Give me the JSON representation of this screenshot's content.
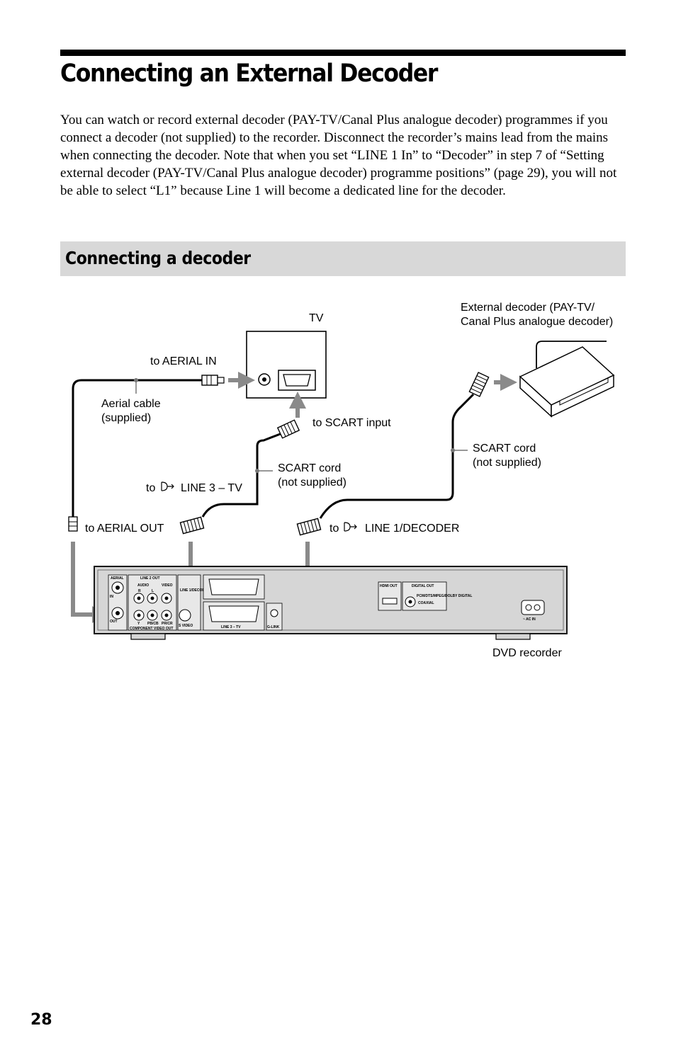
{
  "page": {
    "title": "Connecting an External Decoder",
    "intro": "You can watch or record external decoder (PAY-TV/Canal Plus analogue decoder) programmes if you connect a decoder (not supplied) to the recorder. Disconnect the recorder’s mains lead from the mains when connecting the decoder. Note that when you set “LINE 1 In” to “Decoder” in step 7 of “Setting external decoder (PAY-TV/Canal Plus analogue decoder) programme positions” (page 29), you will not be able to select “L1” because Line 1 will become a dedicated line for the decoder.",
    "page_number": "28"
  },
  "section": {
    "title": "Connecting a decoder"
  },
  "diagram": {
    "tv_label": "TV",
    "to_aerial_in": "to AERIAL IN",
    "aerial_cable_line1": "Aerial cable",
    "aerial_cable_line2": "(supplied)",
    "to_scart_input": "to SCART input",
    "scart_cord_left_line1": "SCART cord",
    "scart_cord_left_line2": "(not supplied)",
    "to_line3_prefix": "to",
    "to_line3_suffix": "LINE 3 – TV",
    "to_aerial_out": "to AERIAL OUT",
    "to_line1_prefix": "to",
    "to_line1_suffix": "LINE 1/DECODER",
    "decoder_label_line1": "External decoder (PAY-TV/",
    "decoder_label_line2": "Canal Plus analogue decoder)",
    "scart_cord_right_line1": "SCART cord",
    "scart_cord_right_line2": "(not supplied)",
    "dvd_recorder_label": "DVD recorder",
    "panel": {
      "aerial": "AERIAL",
      "in": "IN",
      "out": "OUT",
      "line2_out": "LINE 2 OUT",
      "audio": "AUDIO",
      "r": "R",
      "l": "L",
      "video": "VIDEO",
      "y": "Y",
      "pb_cb": "PB/CB",
      "pr_cr": "PR/CR",
      "component_video_out": "COMPONENT VIDEO OUT",
      "s_video": "S VIDEO",
      "line1_decoder": "LINE 1/DECODER",
      "line3_tv": "LINE 3 – TV",
      "g_link": "G-LINK",
      "hdmi_out": "HDMI OUT",
      "digital_out": "DIGITAL OUT",
      "pcm_dts": "PCM/DTS/MPEG/DOLBY DIGITAL",
      "coaxial": "COAXIAL",
      "ac_in": "~ AC IN"
    }
  }
}
